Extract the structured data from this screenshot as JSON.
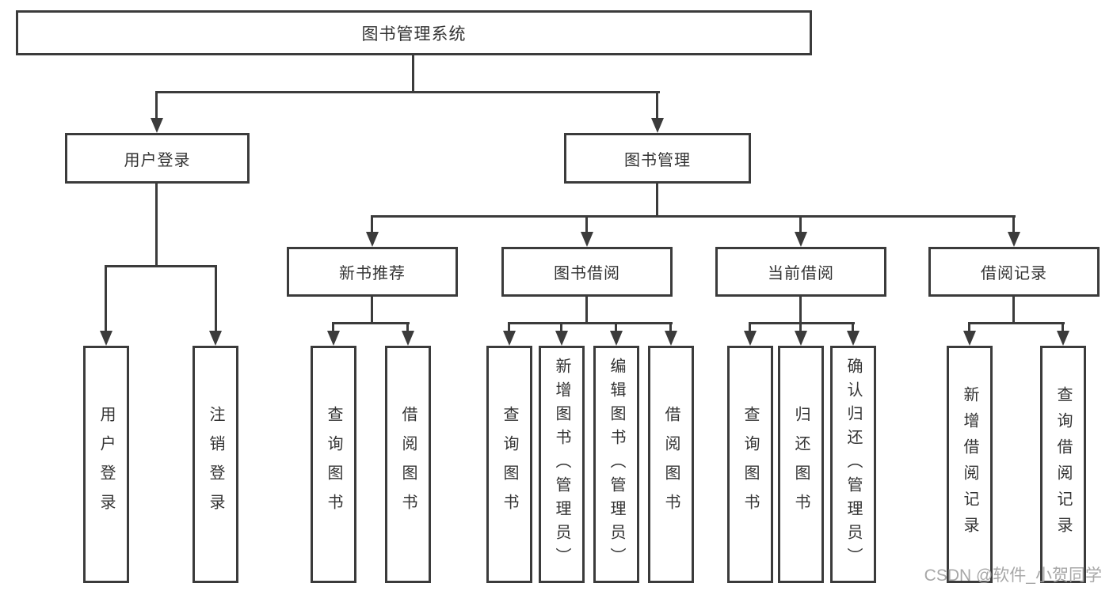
{
  "colors": {
    "line": "#3b3b3b",
    "text": "#333333",
    "background": "#ffffff",
    "watermark": "#a2a2a2"
  },
  "watermark": {
    "text": "CSDN @软件_小贺同学"
  },
  "tree": {
    "root": {
      "label": "图书管理系统"
    },
    "children": [
      {
        "label": "用户登录",
        "children": [
          {
            "label": "用户登录"
          },
          {
            "label": "注销登录"
          }
        ]
      },
      {
        "label": "图书管理",
        "children": [
          {
            "label": "新书推荐",
            "children": [
              {
                "label": "查询图书"
              },
              {
                "label": "借阅图书"
              }
            ]
          },
          {
            "label": "图书借阅",
            "children": [
              {
                "label": "查询图书"
              },
              {
                "label": "新增图书（管理员）"
              },
              {
                "label": "编辑图书（管理员）"
              },
              {
                "label": "借阅图书"
              }
            ]
          },
          {
            "label": "当前借阅",
            "children": [
              {
                "label": "查询图书"
              },
              {
                "label": "归还图书"
              },
              {
                "label": "确认归还（管理员）"
              }
            ]
          },
          {
            "label": "借阅记录",
            "children": [
              {
                "label": "新增借阅记录"
              },
              {
                "label": "查询借阅记录"
              }
            ]
          }
        ]
      }
    ]
  }
}
